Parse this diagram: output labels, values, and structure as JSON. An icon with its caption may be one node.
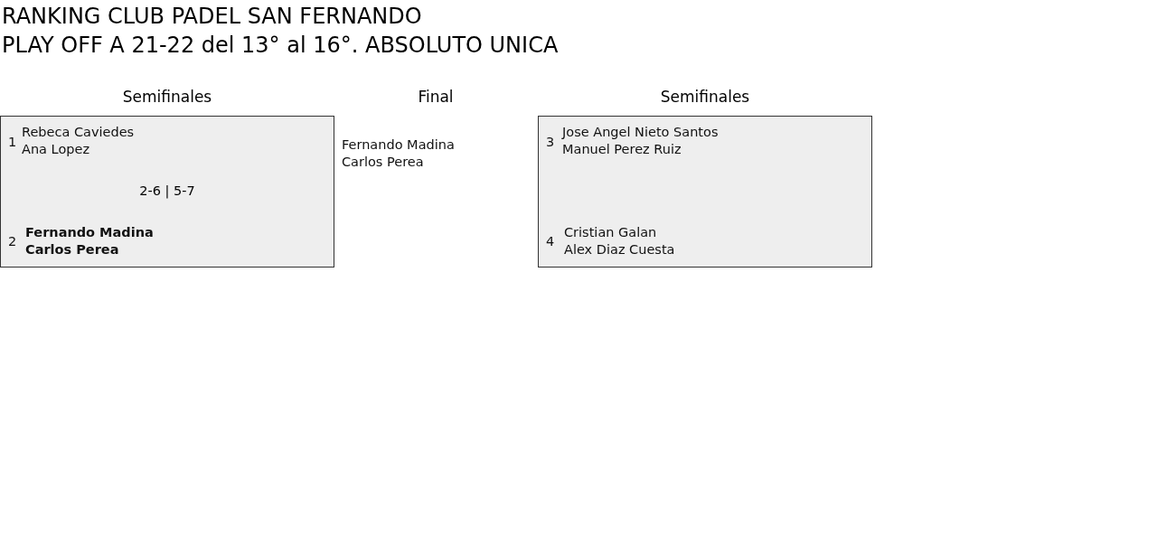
{
  "diagram": {
    "title": "RANKING CLUB PADEL SAN FERNANDO",
    "nodes": [
      {
        "text": [
          "Semifinales",
          "1",
          "Rebeca Caviedes",
          "Ana Lopez",
          "2-6 | 5-7",
          "2",
          "Fernando Madina",
          "Carlos Perea"
        ]
      },
      {
        "text": [
          "Semifinales",
          "3",
          "Jose Angel Nieto Santos",
          "Manuel Perez Ruiz",
          "4",
          "Cristian Galan",
          "Alex Diaz Cuesta"
        ]
      }
    ],
    "labels": [
      "PLAY OFF A 21-22 del 13° al 16°. ABSOLUTO UNICA",
      "Final",
      "Fernando Madina",
      "Carlos Perea"
    ]
  }
}
